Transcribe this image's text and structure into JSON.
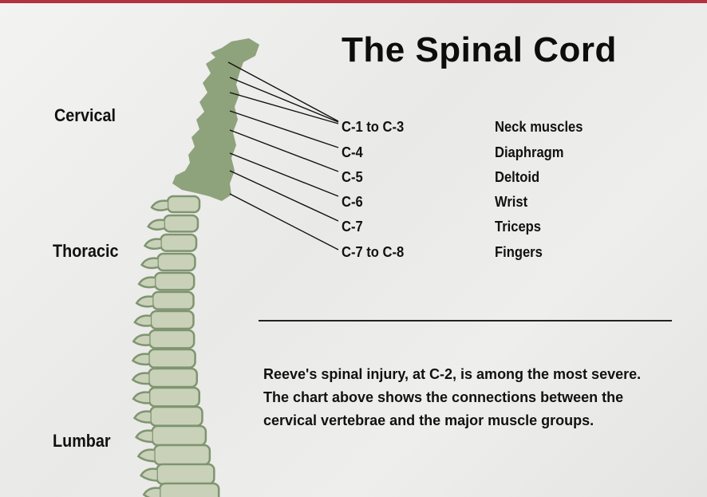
{
  "title": "The Spinal Cord",
  "regions": {
    "cervical": "Cervical",
    "thoracic": "Thoracic",
    "lumbar": "Lumbar"
  },
  "connections": [
    {
      "segment": "C-1 to C-3",
      "muscle": "Neck muscles"
    },
    {
      "segment": "C-4",
      "muscle": "Diaphragm"
    },
    {
      "segment": "C-5",
      "muscle": "Deltoid"
    },
    {
      "segment": "C-6",
      "muscle": "Wrist"
    },
    {
      "segment": "C-7",
      "muscle": "Triceps"
    },
    {
      "segment": "C-7 to C-8",
      "muscle": "Fingers"
    }
  ],
  "caption": "Reeve's spinal injury, at C-2, is among the most severe. The chart above shows the connections between the cervical vertebrae and the major muscle groups.",
  "colors": {
    "top_rule": "#b3323d",
    "cervical_fill": "#8ea27c",
    "vertebra_fill": "#c9d2b8",
    "vertebra_stroke": "#7f9470"
  }
}
